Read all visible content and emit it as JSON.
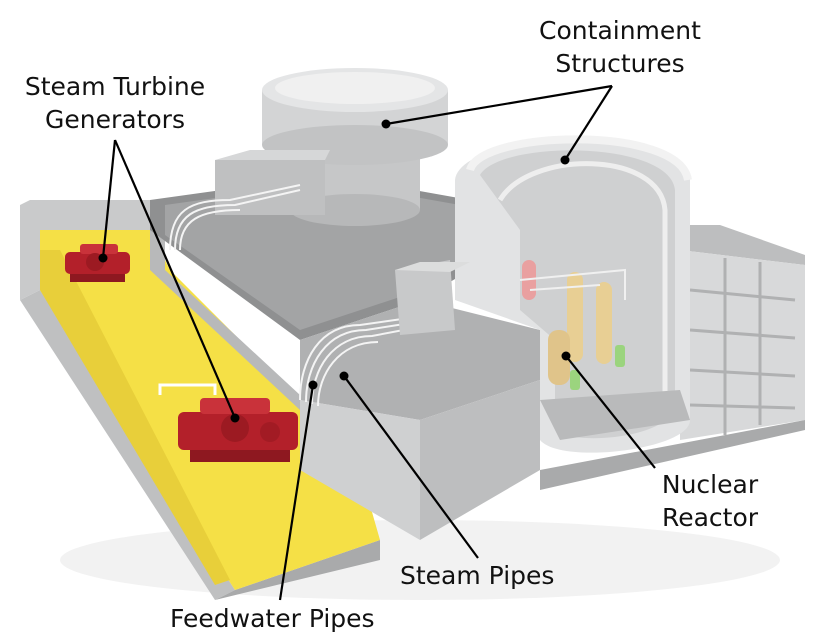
{
  "labels": {
    "containment_line1": "Containment",
    "containment_line2": "Structures",
    "turbine_line1": "Steam Turbine",
    "turbine_line2": "Generators",
    "reactor_line1": "Nuclear",
    "reactor_line2": "Reactor",
    "steam_pipes": "Steam Pipes",
    "feedwater_pipes": "Feedwater Pipes"
  },
  "colors": {
    "building_light": "#dcdddd",
    "building_mid": "#c4c5c6",
    "building_dark": "#a6a7a8",
    "roof": "#8f9091",
    "turbine_floor": "#f5e046",
    "turbine_red": "#b3202a",
    "vessel_tan": "#e8cf94",
    "steam_generator_pink": "#e9a0a0",
    "pump_green": "#9bd47e",
    "leader_line": "#000000"
  }
}
